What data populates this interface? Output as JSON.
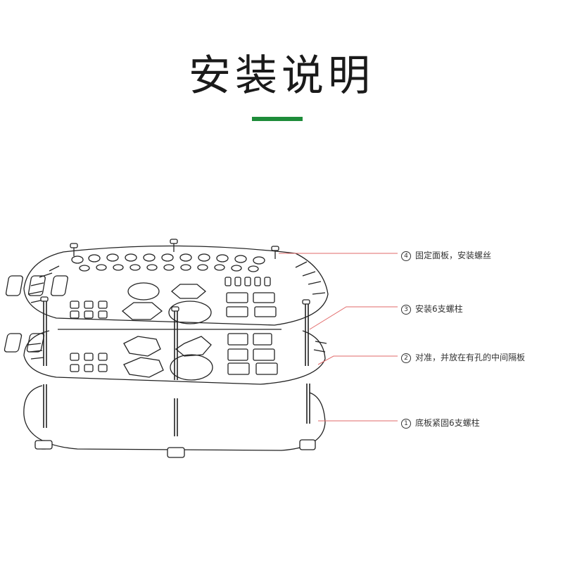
{
  "title": "安装说明",
  "accent_color": "#1e8c3a",
  "leader_color": "#e26a6a",
  "steps": [
    {
      "num": "4",
      "text": "固定面板，安装螺丝"
    },
    {
      "num": "3",
      "text": "安装6支螺柱"
    },
    {
      "num": "2",
      "text": "对准，并放在有孔的中间隔板"
    },
    {
      "num": "1",
      "text": "底板紧固6支螺柱"
    }
  ]
}
